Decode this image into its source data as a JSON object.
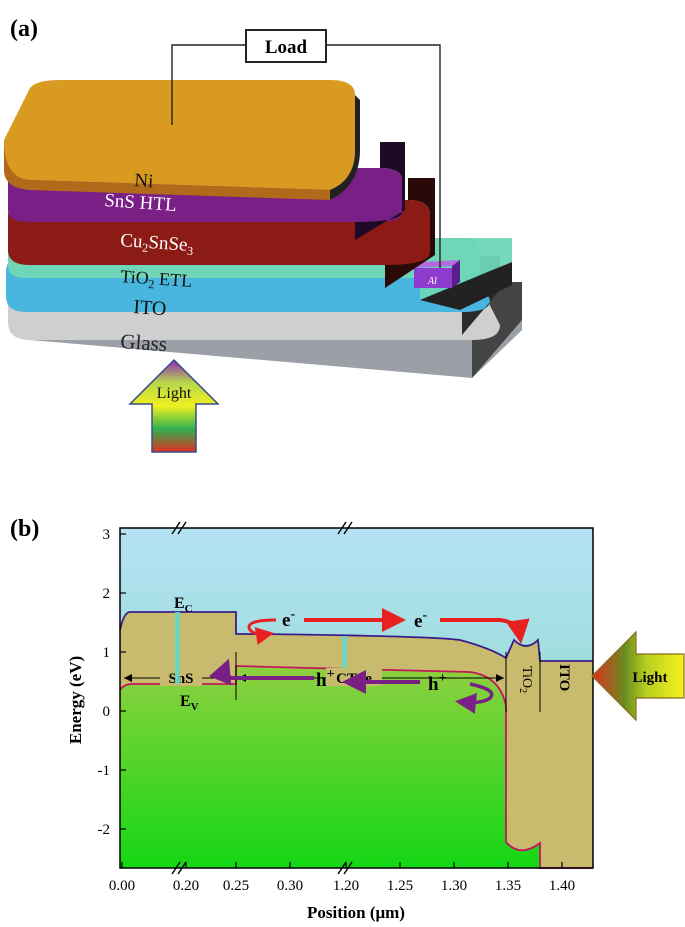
{
  "panel_a": {
    "label": "(a)",
    "load": "Load",
    "layers": {
      "ni": "Ni",
      "sns_htl_a": "SnS HTL",
      "cu": "Cu",
      "cu_sub": "2",
      "snse": "SnSe",
      "snse_sub": "3",
      "tio": "TiO",
      "tio_sub": "2",
      "etl": " ETL",
      "ito": "ITO",
      "glass": "Glass"
    },
    "contact": "Al",
    "light": "Light",
    "colors": {
      "ni": "#d99a22",
      "sns": "#7a1f86",
      "cts": "#8c1b16",
      "tio2": "#6fd6b8",
      "ito": "#49b6e0",
      "glass": "#cfcfcf"
    }
  },
  "panel_b": {
    "label": "(b)",
    "ylabel": "Energy (eV)",
    "xlabel": "Position (μm)",
    "yticks": [
      "3",
      "2",
      "1",
      "0",
      "-1",
      "-2"
    ],
    "xticks": [
      "0.00",
      "0.20",
      "0.25",
      "0.30",
      "1.20",
      "1.25",
      "1.30",
      "1.35",
      "1.40"
    ],
    "regions": {
      "sns": "SnS",
      "ctse": "CTSe",
      "tio": "TiO",
      "tio_sub": "2",
      "ito": "ITO"
    },
    "ec": "E",
    "ec_sub": "C",
    "ev": "E",
    "ev_sub": "V",
    "electron1": "e",
    "electron_sup": "-",
    "electron2": "e",
    "hole1": "h",
    "hole_sup": "+",
    "hole2": "h",
    "light": "Light",
    "colors": {
      "ec_line": "#3a1d8a",
      "ev_line": "#c2185b",
      "electron": "#e82020",
      "hole": "#7a1f86"
    }
  }
}
